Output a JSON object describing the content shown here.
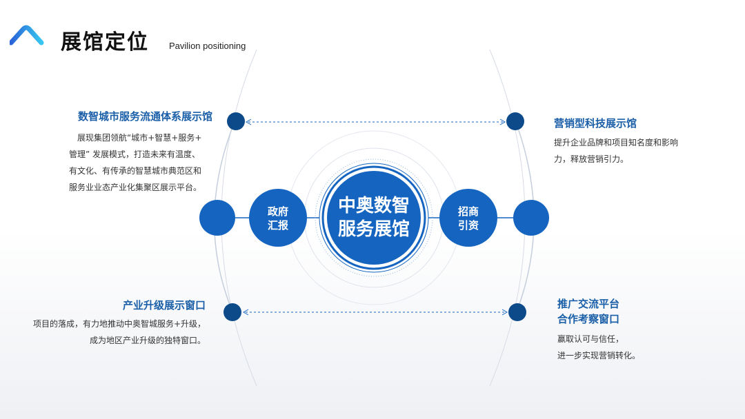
{
  "header": {
    "title": "展馆定位",
    "subtitle": "Pavilion positioning"
  },
  "center": {
    "line1": "中奥数智",
    "line2": "服务展馆"
  },
  "left_node": {
    "line1": "政府",
    "line2": "汇报"
  },
  "right_node": {
    "line1": "招商",
    "line2": "引资"
  },
  "blocks": {
    "top_left": {
      "title": "数智城市服务流通体系展示馆",
      "lines": [
        "展现集团领航“城市+智慧+服务+",
        "管理” 发展模式，打造未来有温度、",
        "有文化、有传承的智慧城市典范区和",
        "服务业业态产业化集聚区展示平台。"
      ]
    },
    "top_right": {
      "title": "营销型科技展示馆",
      "lines": [
        "提升企业品牌和项目知名度和影响",
        "力，释放营销引力。"
      ]
    },
    "bottom_left": {
      "title": "产业升级展示窗口",
      "lines": [
        "项目的落成，有力地推动中奥智城服务+升级，",
        "成为地区产业升级的独特窗口。"
      ]
    },
    "bottom_right": {
      "title_lines": [
        "推广交流平台",
        "合作考察窗口"
      ],
      "lines": [
        "赢取认可与信任，",
        "进一步实现营销转化。"
      ]
    }
  },
  "colors": {
    "primary": "#1565c0",
    "dark_dot": "#0d4a8a",
    "heading": "#1a5fa8"
  },
  "icons": {
    "logo": "mountain-chevron-logo"
  }
}
